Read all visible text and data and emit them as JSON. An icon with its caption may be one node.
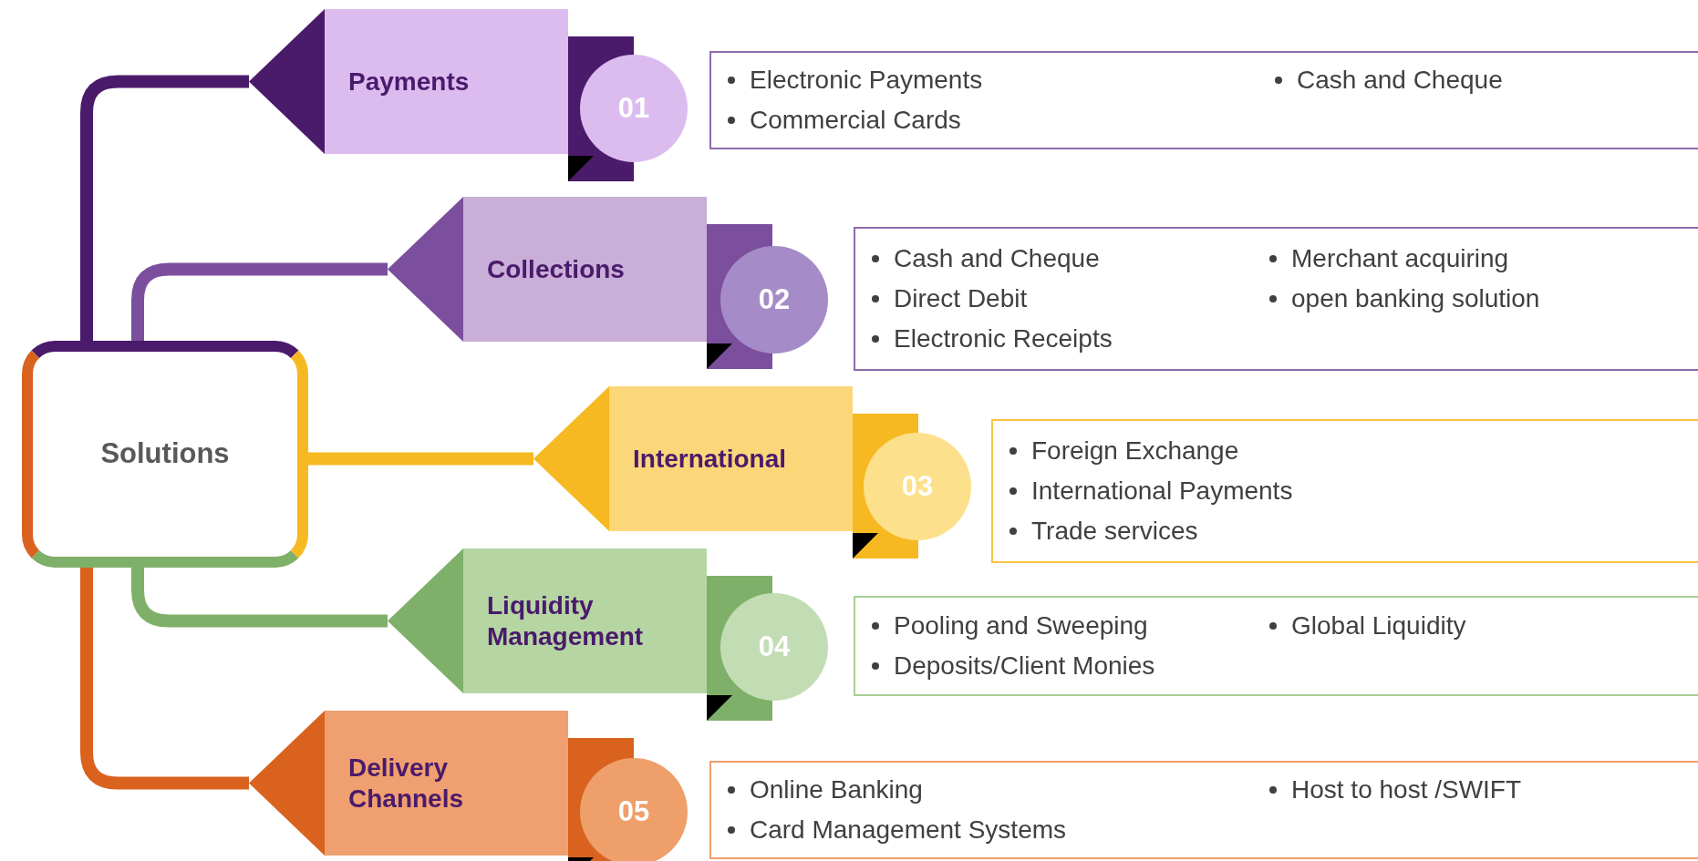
{
  "diagram": {
    "nodes": [
      {
        "text": [
          "Solutions"
        ]
      },
      {
        "text": [
          "Payments"
        ]
      },
      {
        "text": [
          "01"
        ]
      },
      {
        "text": [
          "Electronic Payments",
          "Cash and Cheque",
          "Commercial Cards"
        ]
      },
      {
        "text": [
          "Collections"
        ]
      },
      {
        "text": [
          "02"
        ]
      },
      {
        "text": [
          "Cash and Cheque",
          "Merchant acquiring",
          "Direct Debit",
          "open banking solution",
          "Electronic Receipts"
        ]
      },
      {
        "text": [
          "International"
        ]
      },
      {
        "text": [
          "03"
        ]
      },
      {
        "text": [
          "Foreign Exchange",
          "International Payments",
          "Trade services"
        ]
      },
      {
        "text": [
          "Liquidity Management"
        ]
      },
      {
        "text": [
          "04"
        ]
      },
      {
        "text": [
          "Pooling and Sweeping",
          "Global Liquidity",
          "Deposits/Client Monies"
        ]
      },
      {
        "text": [
          "Delivery Channels"
        ]
      },
      {
        "text": [
          "05"
        ]
      },
      {
        "text": [
          "Online Banking",
          "Host to host /SWIFT",
          "Card Management Systems"
        ]
      }
    ],
    "edges": [
      {
        "from": 0,
        "to": 1,
        "arrow": "none",
        "color": "#4a1a6b"
      },
      {
        "from": 0,
        "to": 4,
        "arrow": "none",
        "color": "#7b4f9d"
      },
      {
        "from": 0,
        "to": 7,
        "arrow": "none",
        "color": "#f6b921"
      },
      {
        "from": 0,
        "to": 10,
        "arrow": "none",
        "color": "#7fb069"
      },
      {
        "from": 0,
        "to": 13,
        "arrow": "none",
        "color": "#d9621e"
      }
    ]
  }
}
